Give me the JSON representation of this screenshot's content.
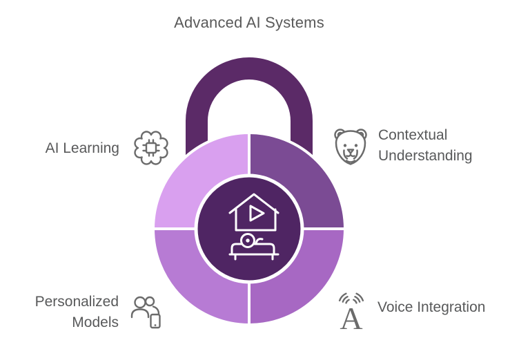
{
  "title": "Advanced AI Systems",
  "colors": {
    "shackle": "#5b2a67",
    "center_circle": "#4f2563",
    "quadrant_top_left": "#d9a0ef",
    "quadrant_top_right": "#7b4b94",
    "quadrant_bottom_left": "#b77bd4",
    "quadrant_bottom_right": "#a768c3",
    "divider": "#ffffff",
    "title_text": "#595959",
    "label_text": "#58595a",
    "icon_gray": "#6b6b6b"
  },
  "center": {
    "icon": "smart-home-media-icon"
  },
  "items": {
    "top_left": {
      "label": "AI Learning",
      "icon": "ai-brain-chip-icon"
    },
    "top_right": {
      "label_line1": "Contextual",
      "label_line2": "Understanding",
      "icon": "animal-face-icon"
    },
    "bottom_left": {
      "label_line1": "Personalized",
      "label_line2": "Models",
      "icon": "people-device-icon"
    },
    "bottom_right": {
      "label": "Voice Integration",
      "icon": "voice-waves-icon"
    }
  }
}
